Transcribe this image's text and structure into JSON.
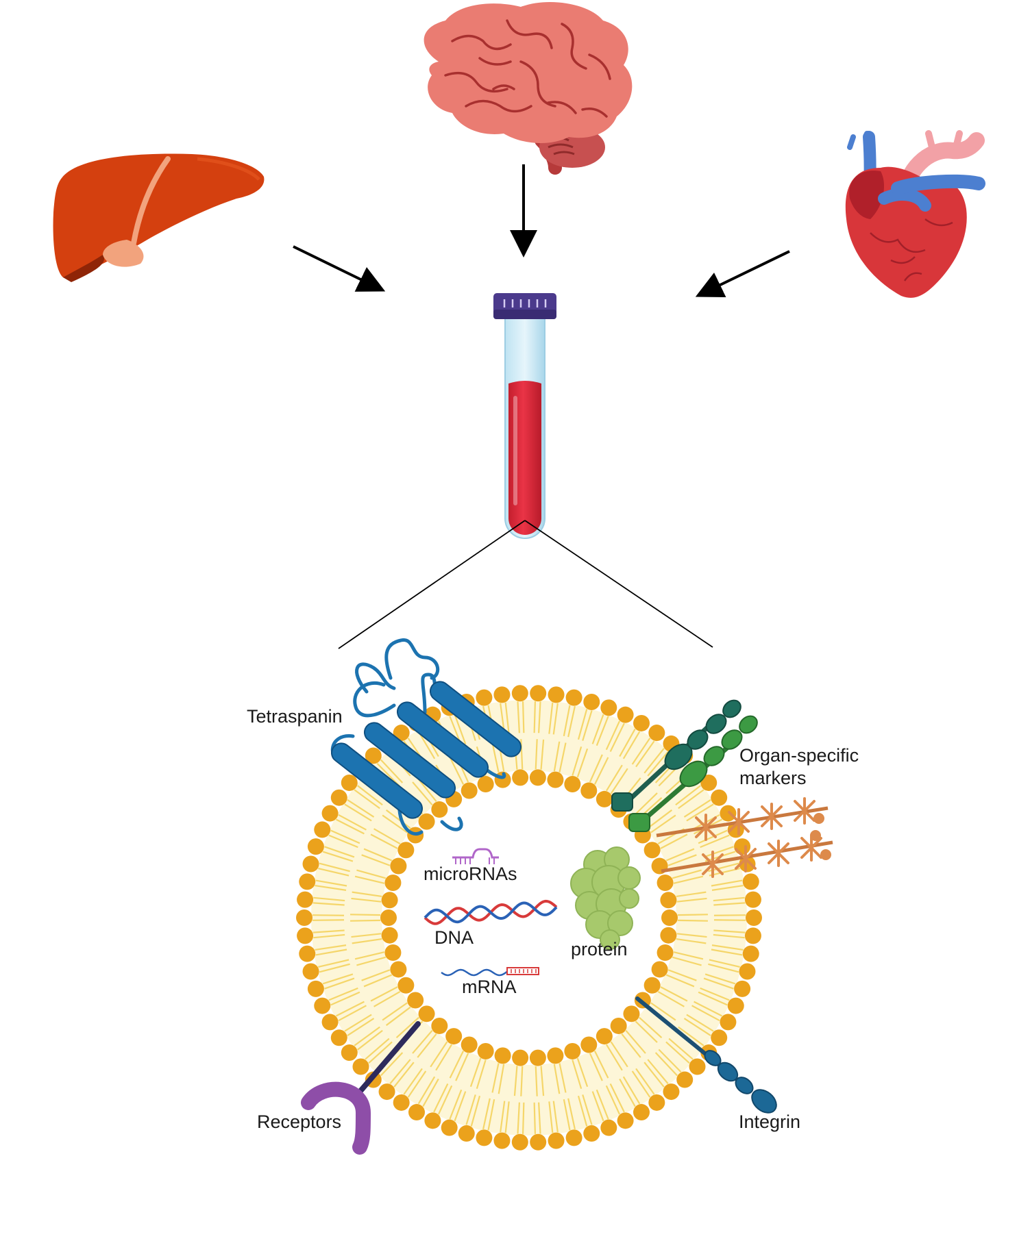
{
  "labels": {
    "tetraspanin": "Tetraspanin",
    "organ_specific_line1": "Organ-specific",
    "organ_specific_line2": "markers",
    "micrornas": "microRNAs",
    "dna": "DNA",
    "protein": "protein",
    "mrna": "mRNA",
    "receptors": "Receptors",
    "integrin": "Integrin"
  },
  "sources": [
    {
      "organ": "liver"
    },
    {
      "organ": "brain"
    },
    {
      "organ": "heart"
    }
  ],
  "colors": {
    "liver": "#d4400f",
    "brain": "#ea7c72",
    "heart": "#d8363a",
    "tube_cap": "#4b3a8c",
    "blood": "#dd2a3a",
    "lipid_head": "#eba21c",
    "lipid_tail": "#f5d66a",
    "tetraspanin": "#1c73b0",
    "organ_marker_dark": "#1f6e5e",
    "organ_marker_light": "#3c9a43",
    "organ_marker_orange": "#dd8a4b",
    "receptor": "#8e4ea8",
    "integrin": "#1c6896",
    "protein": "#a7c96c",
    "microrna": "#b066c9",
    "dna_red": "#d83a3a",
    "dna_blue": "#2a62b6"
  }
}
